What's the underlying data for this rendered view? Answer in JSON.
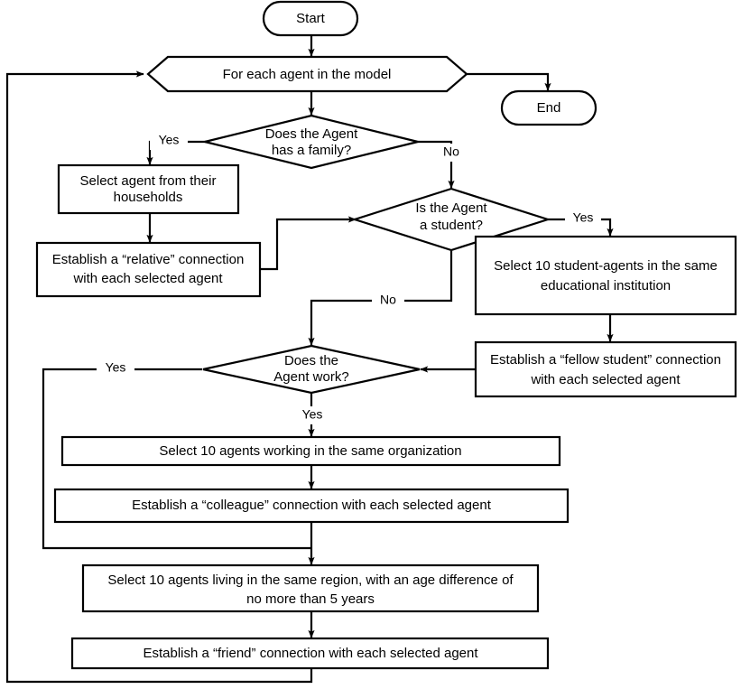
{
  "diagram": {
    "type": "flowchart",
    "title": "Agent social-connection generation flowchart",
    "background": "#ffffff",
    "line_color": "#000000",
    "fill_color": "#ffffff"
  },
  "nodes": {
    "start": {
      "label": "Start",
      "shape": "terminator"
    },
    "end": {
      "label": "End",
      "shape": "terminator"
    },
    "loop_header": {
      "label": "For each agent in the model",
      "shape": "hexagon"
    },
    "d_family": {
      "line1": "Does the Agent",
      "line2": "has a family?",
      "shape": "diamond"
    },
    "b_household": {
      "line1": "Select agent from their",
      "line2": "households",
      "shape": "process"
    },
    "b_relative": {
      "line1": "Establish a “relative” connection",
      "line2": "with each selected agent",
      "shape": "process"
    },
    "d_student": {
      "line1": "Is the Agent",
      "line2": "a student?",
      "shape": "diamond"
    },
    "b_student_select": {
      "line1": "Select 10 student-agents in the same",
      "line2": "educational institution",
      "shape": "process"
    },
    "b_fellow": {
      "line1": "Establish a “fellow student” connection",
      "line2": "with each selected agent",
      "shape": "process"
    },
    "d_work": {
      "line1": "Does the",
      "line2": "Agent work?",
      "shape": "diamond"
    },
    "b_org_select": {
      "line1": "Select 10 agents working in the same organization",
      "line2": "",
      "shape": "process"
    },
    "b_colleague": {
      "line1": "Establish a “colleague” connection with each selected agent",
      "line2": "",
      "shape": "process"
    },
    "b_region_select": {
      "line1": "Select 10 agents living in the same region, with an age difference of",
      "line2": "no more than 5 years",
      "shape": "process"
    },
    "b_friend": {
      "line1": "Establish a “friend” connection with each selected agent",
      "line2": "",
      "shape": "process"
    }
  },
  "edge_labels": {
    "family_yes": "Yes",
    "family_no": "No",
    "student_yes": "Yes",
    "student_no": "No",
    "work_yes_left": "Yes",
    "work_yes_down": "Yes"
  }
}
